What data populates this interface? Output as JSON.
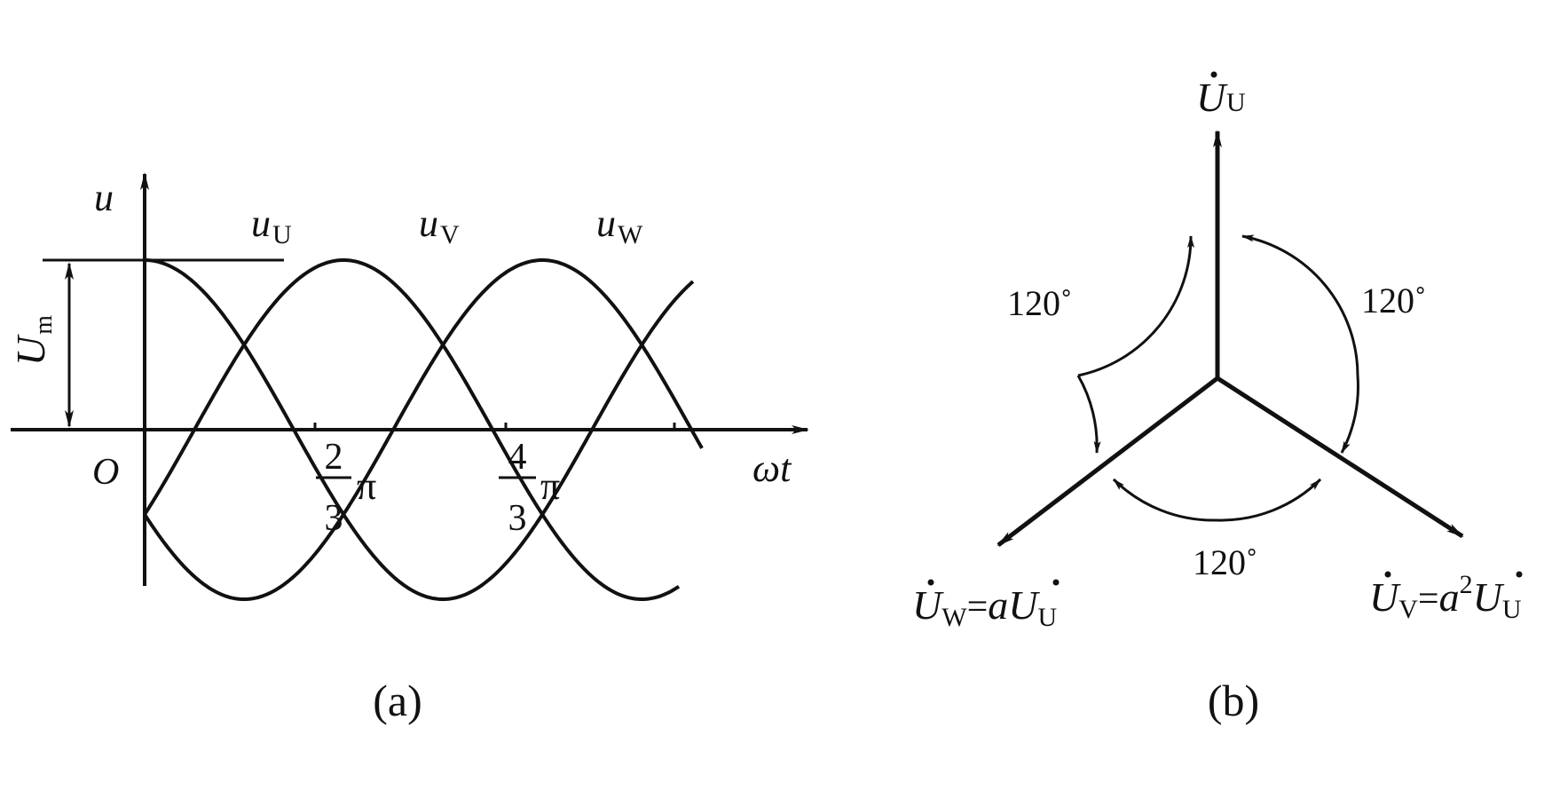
{
  "panel_a": {
    "caption": "(a)",
    "y_axis_label": "u",
    "x_axis_label": "ωt",
    "origin_label": "O",
    "amplitude": {
      "main": "U",
      "sub": "m"
    },
    "curves": [
      {
        "main": "u",
        "sub": "U"
      },
      {
        "main": "u",
        "sub": "V"
      },
      {
        "main": "u",
        "sub": "W"
      }
    ],
    "ticks": [
      {
        "num": "2",
        "den": "3",
        "sym": "π"
      },
      {
        "num": "4",
        "den": "3",
        "sym": "π"
      }
    ]
  },
  "panel_b": {
    "caption": "(b)",
    "phasor_top": {
      "main": "U",
      "sub": "U"
    },
    "phasor_left": {
      "main": "U",
      "sub": "W",
      "eq": "=",
      "coef": "a",
      "ref_main": "U",
      "ref_sub": "U"
    },
    "phasor_right": {
      "main": "U",
      "sub": "V",
      "eq": "=",
      "coef": "a",
      "sup": "2",
      "ref_main": "U",
      "ref_sub": "U"
    },
    "angles": [
      "120˚",
      "120˚",
      "120˚"
    ]
  }
}
